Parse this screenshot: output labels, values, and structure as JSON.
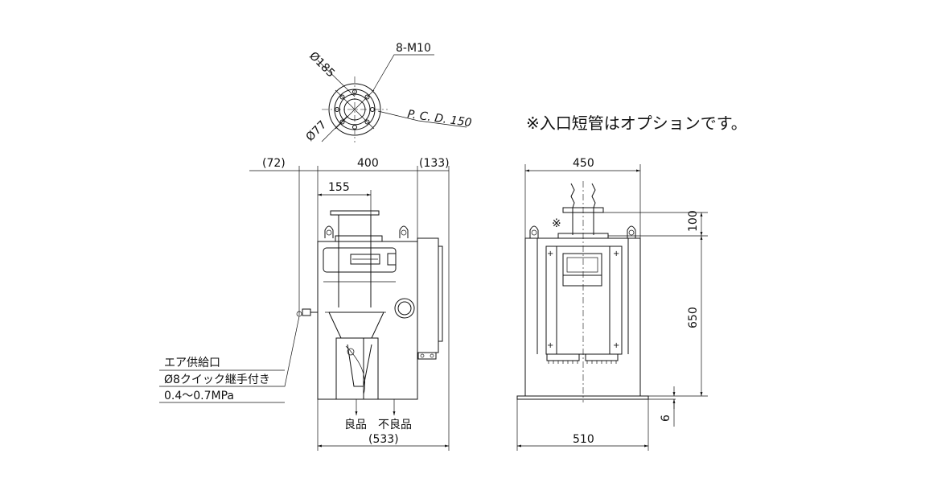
{
  "flange": {
    "outer_diameter": "Ø185",
    "inner_diameter": "Ø77",
    "bolts": "8-M10",
    "pcd": "P. C. D. 150"
  },
  "note": "※入口短管はオプションです。",
  "side_view": {
    "dim_left": "(72)",
    "dim_width": "400",
    "dim_right": "(133)",
    "dim_155": "155",
    "dim_total": "(533)",
    "outlet_good": "良品",
    "outlet_bad": "不良品",
    "air_supply": {
      "line1": "エア供給口",
      "line2": "Ø8クイック継手付き",
      "line3": "0.4～0.7MPa"
    }
  },
  "front_view": {
    "dim_width": "450",
    "dim_inlet_height": "100",
    "dim_height": "650",
    "dim_base": "6",
    "dim_base_width": "510",
    "option_mark": "※"
  }
}
